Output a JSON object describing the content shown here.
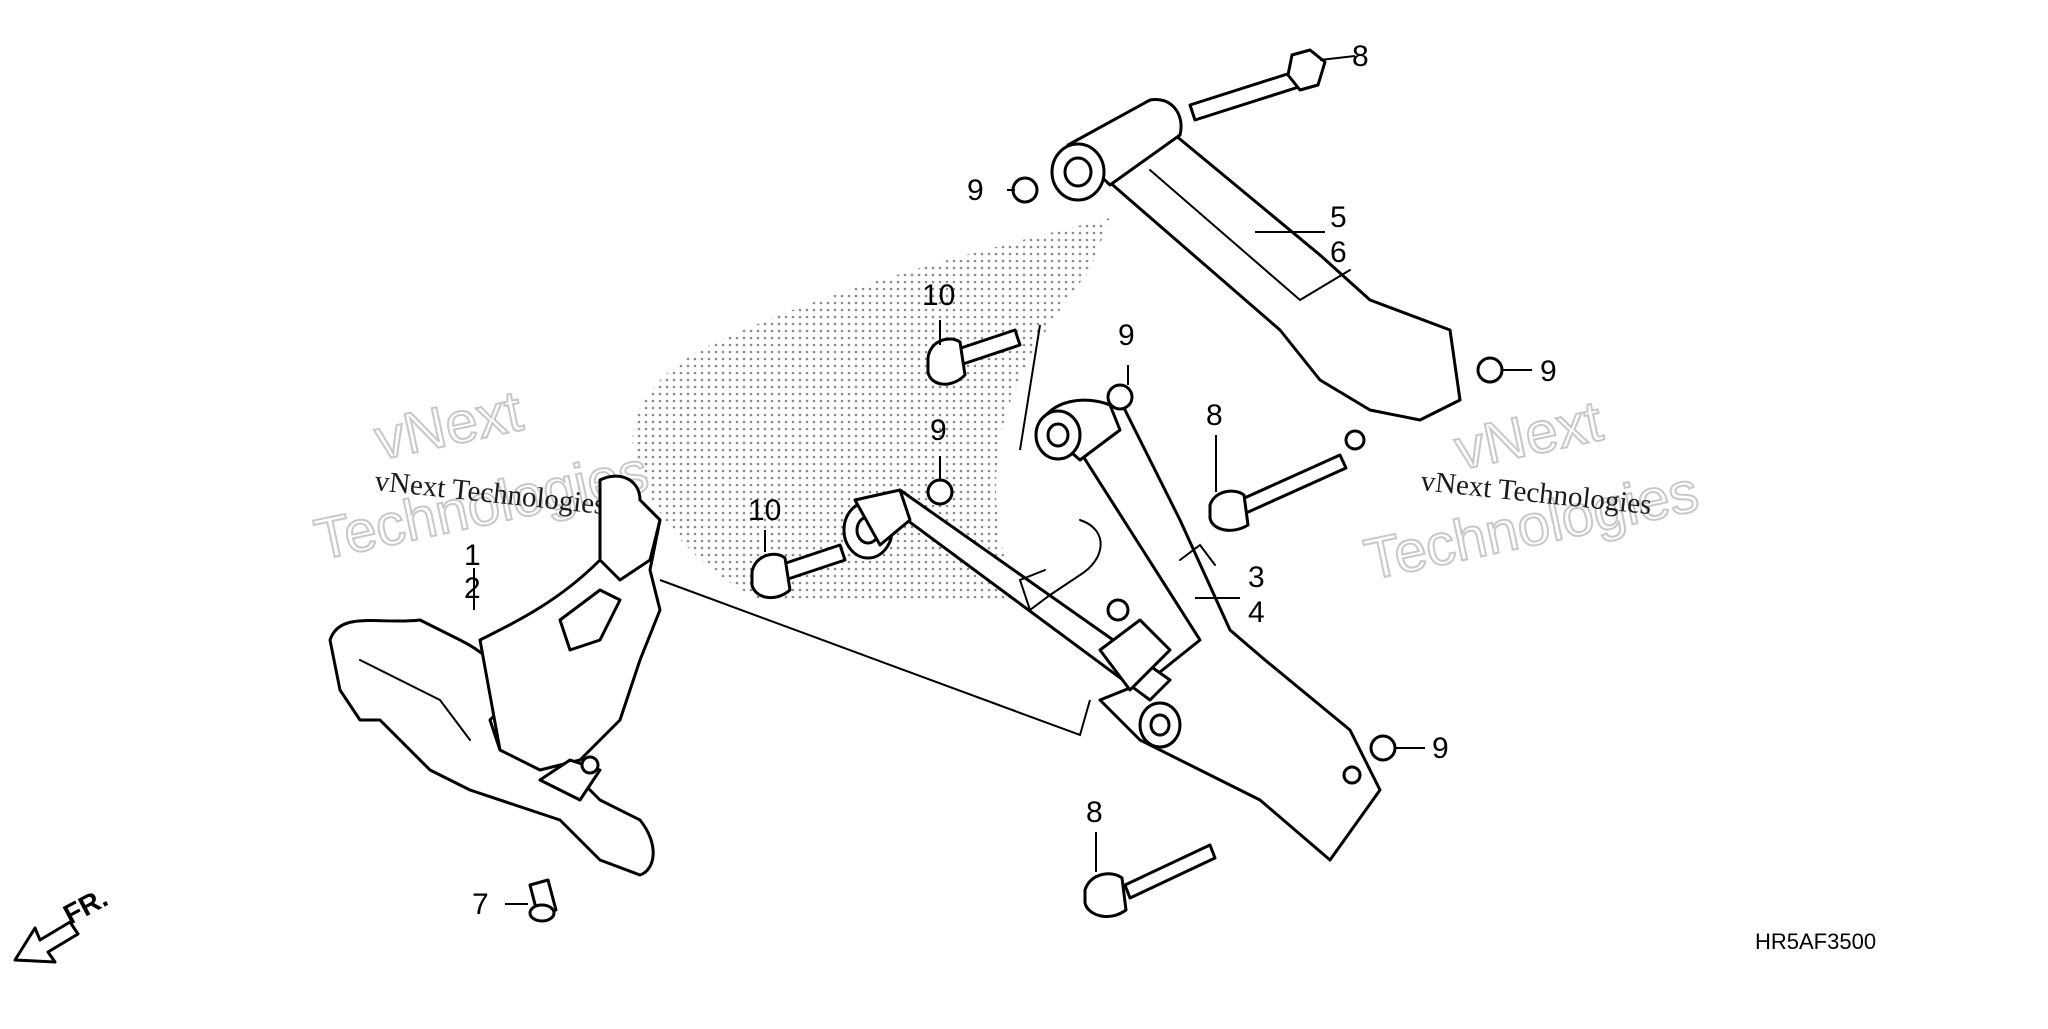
{
  "diagram_code": "HR5AF3500",
  "direction_label": "FR.",
  "watermarks": [
    {
      "big_line1": "vNext",
      "big_line2": "Technologies",
      "small": "vNext Technologies"
    },
    {
      "big_line1": "vNext",
      "big_line2": "Technologies",
      "small": "vNext Technologies"
    }
  ],
  "callouts": {
    "c1": "1",
    "c2": "2",
    "c3": "3",
    "c4": "4",
    "c5": "5",
    "c6": "6",
    "c7": "7",
    "c8_top": "8",
    "c8_mid": "8",
    "c8_bottom": "8",
    "c9_topleft": "9",
    "c9_center": "9",
    "c9_upper_mid": "9",
    "c9_right": "9",
    "c9_lower_right": "9",
    "c10_top": "10",
    "c10_left": "10"
  },
  "colors": {
    "line": "#000000",
    "watermark_outline": "#c8c8c8",
    "stipple": "#6e6e6e"
  }
}
